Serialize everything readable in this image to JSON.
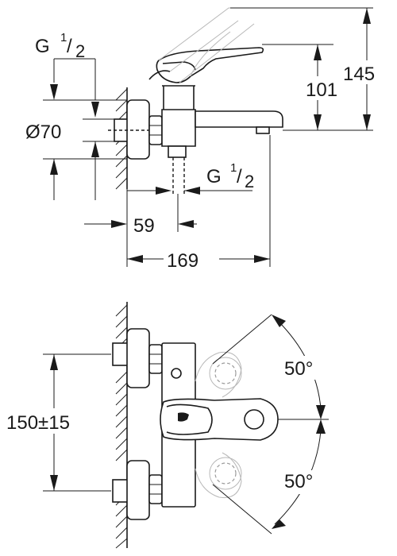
{
  "dimensions": {
    "top_thread": {
      "base": "G",
      "numerator": "1",
      "denominator": "2"
    },
    "bottom_thread": {
      "base": "G",
      "numerator": "1",
      "denominator": "2"
    },
    "rosette_diameter": "Ø70",
    "height_outlet": "101",
    "height_total": "145",
    "spout_offset": "59",
    "projection": "169",
    "centre_distance": "150±15",
    "lever_angle_up": "50°",
    "lever_angle_down": "50°"
  }
}
